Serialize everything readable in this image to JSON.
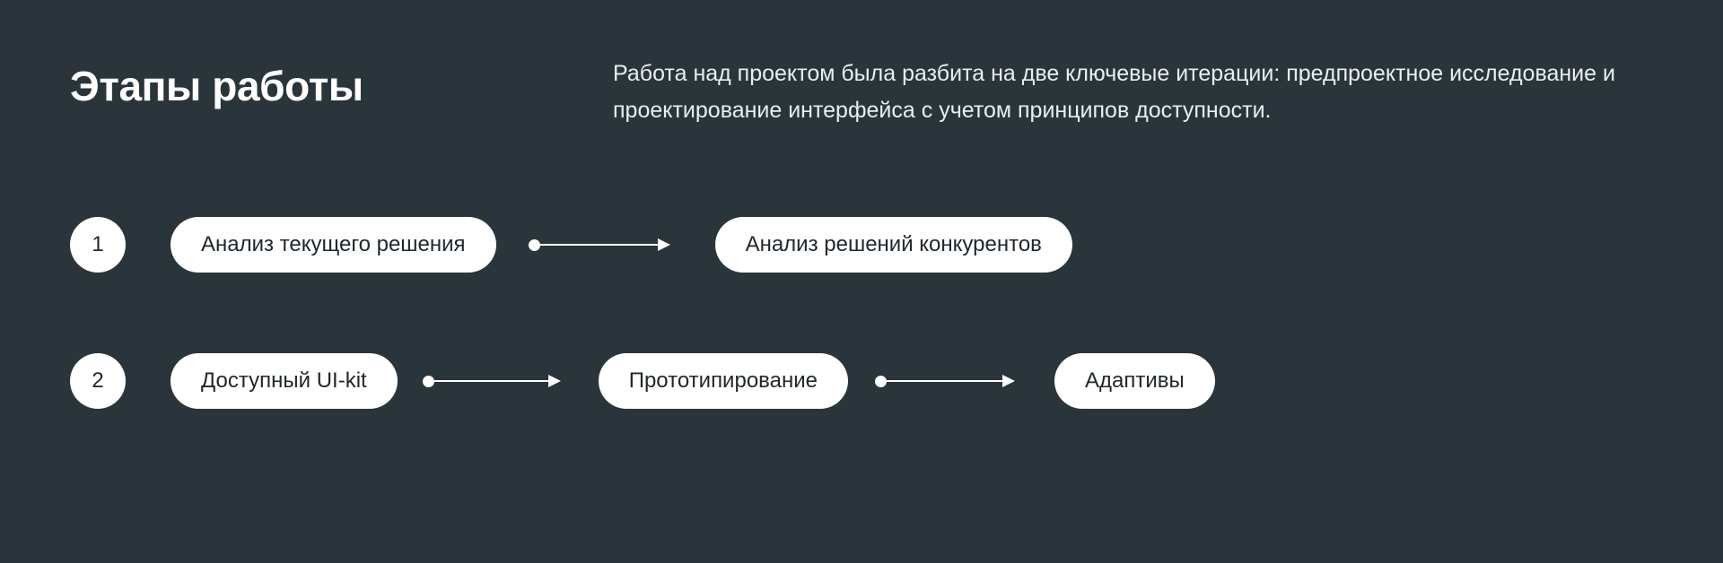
{
  "theme": {
    "background": "#2a353b",
    "surface": "#ffffff",
    "text_on_surface": "#20282d",
    "text_primary": "#ffffff",
    "text_secondary": "#e8eef1"
  },
  "header": {
    "title": "Этапы работы",
    "description": "Работа над проектом была разбита на две ключевые итерации: предпроектное исследование и проектирование интерфейса с учетом принципов доступности."
  },
  "flow": {
    "rows": [
      {
        "step_number": "1",
        "nodes": [
          {
            "label": "Анализ текущего решения"
          },
          {
            "label": "Анализ решений конкурентов"
          }
        ]
      },
      {
        "step_number": "2",
        "nodes": [
          {
            "label": "Доступный UI-kit"
          },
          {
            "label": "Прототипирование"
          },
          {
            "label": "Адаптивы"
          }
        ]
      }
    ]
  }
}
